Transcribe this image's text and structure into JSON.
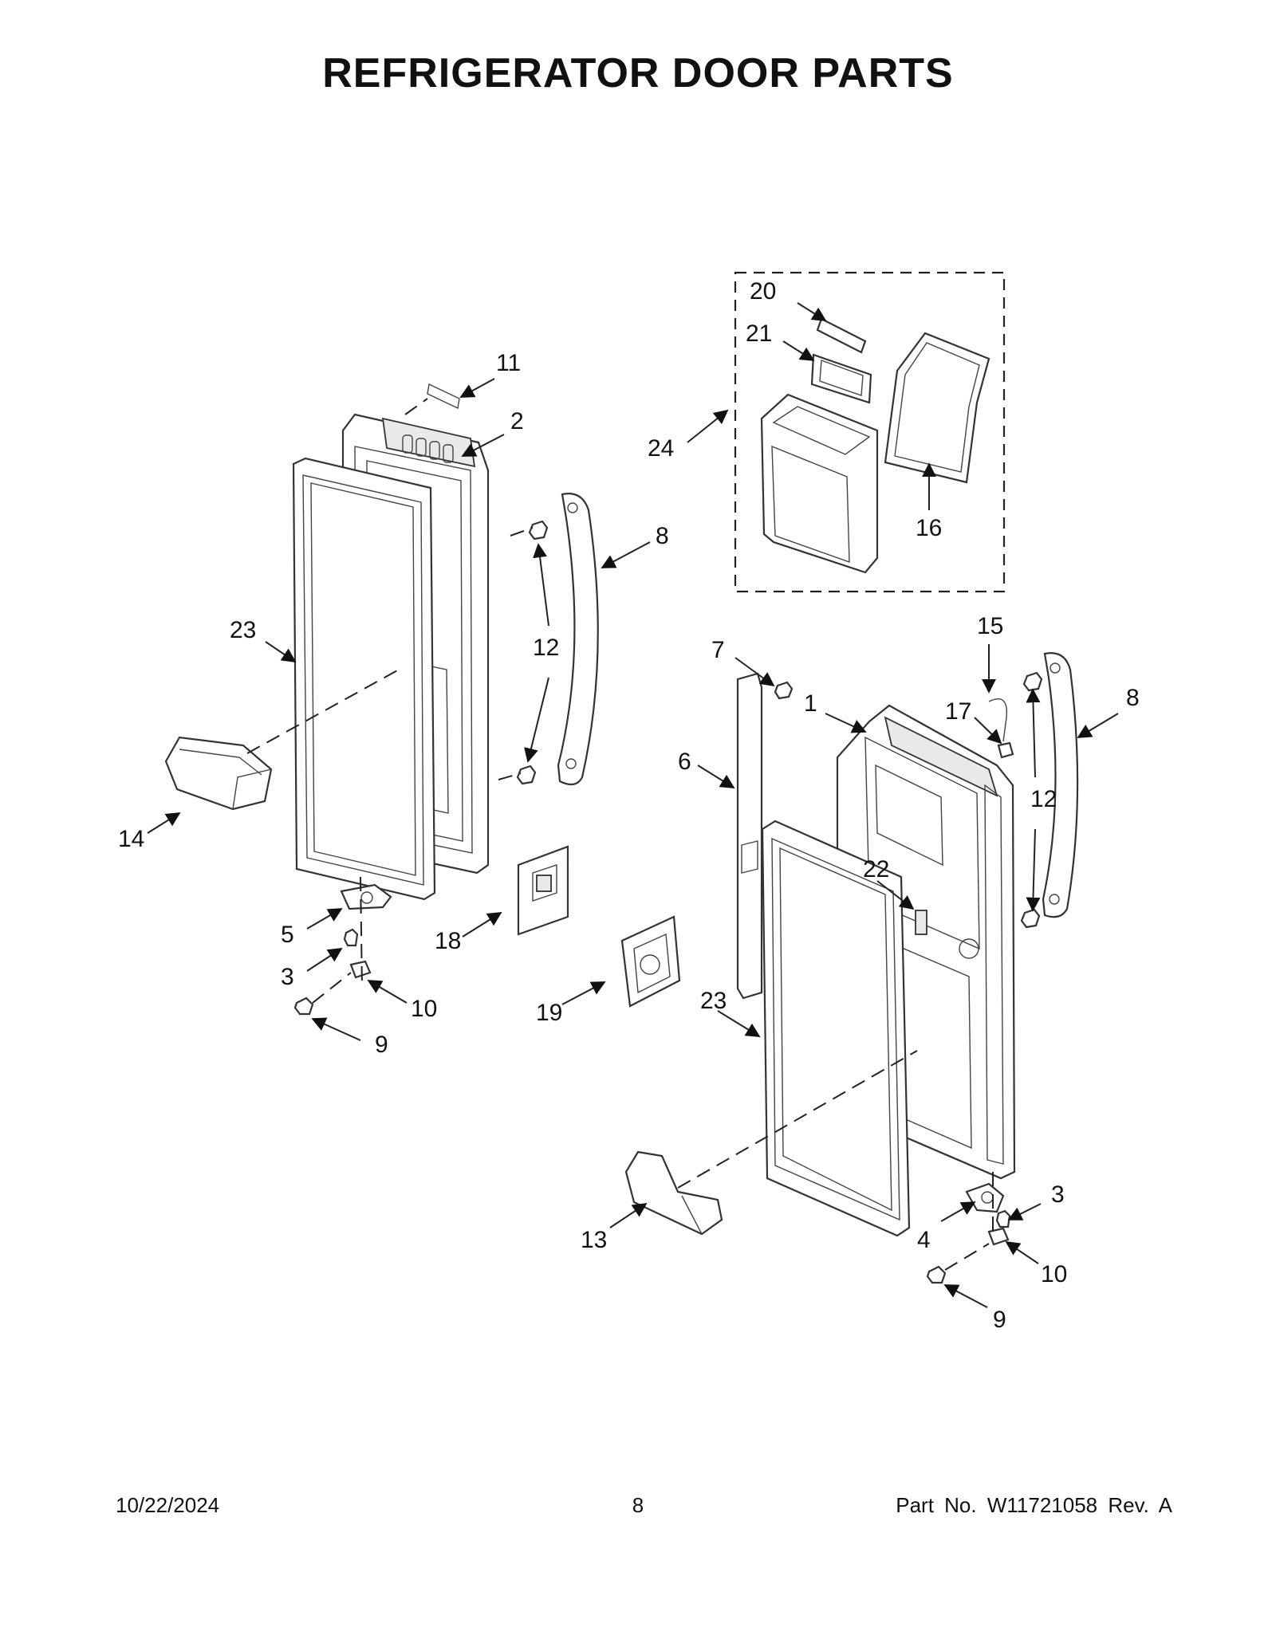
{
  "title": "REFRIGERATOR DOOR PARTS",
  "callouts": {
    "c1": "1",
    "c2": "2",
    "c3a": "3",
    "c3b": "3",
    "c4": "4",
    "c5": "5",
    "c6": "6",
    "c7": "7",
    "c8a": "8",
    "c8b": "8",
    "c9a": "9",
    "c9b": "9",
    "c10a": "10",
    "c10b": "10",
    "c11": "11",
    "c12a": "12",
    "c12b": "12",
    "c13": "13",
    "c14": "14",
    "c15": "15",
    "c16": "16",
    "c17": "17",
    "c18": "18",
    "c19": "19",
    "c20": "20",
    "c21": "21",
    "c22": "22",
    "c23a": "23",
    "c23b": "23",
    "c24": "24"
  },
  "footer": {
    "date": "10/22/2024",
    "page": "8",
    "part": "Part No.  W11721058  Rev.  A"
  }
}
